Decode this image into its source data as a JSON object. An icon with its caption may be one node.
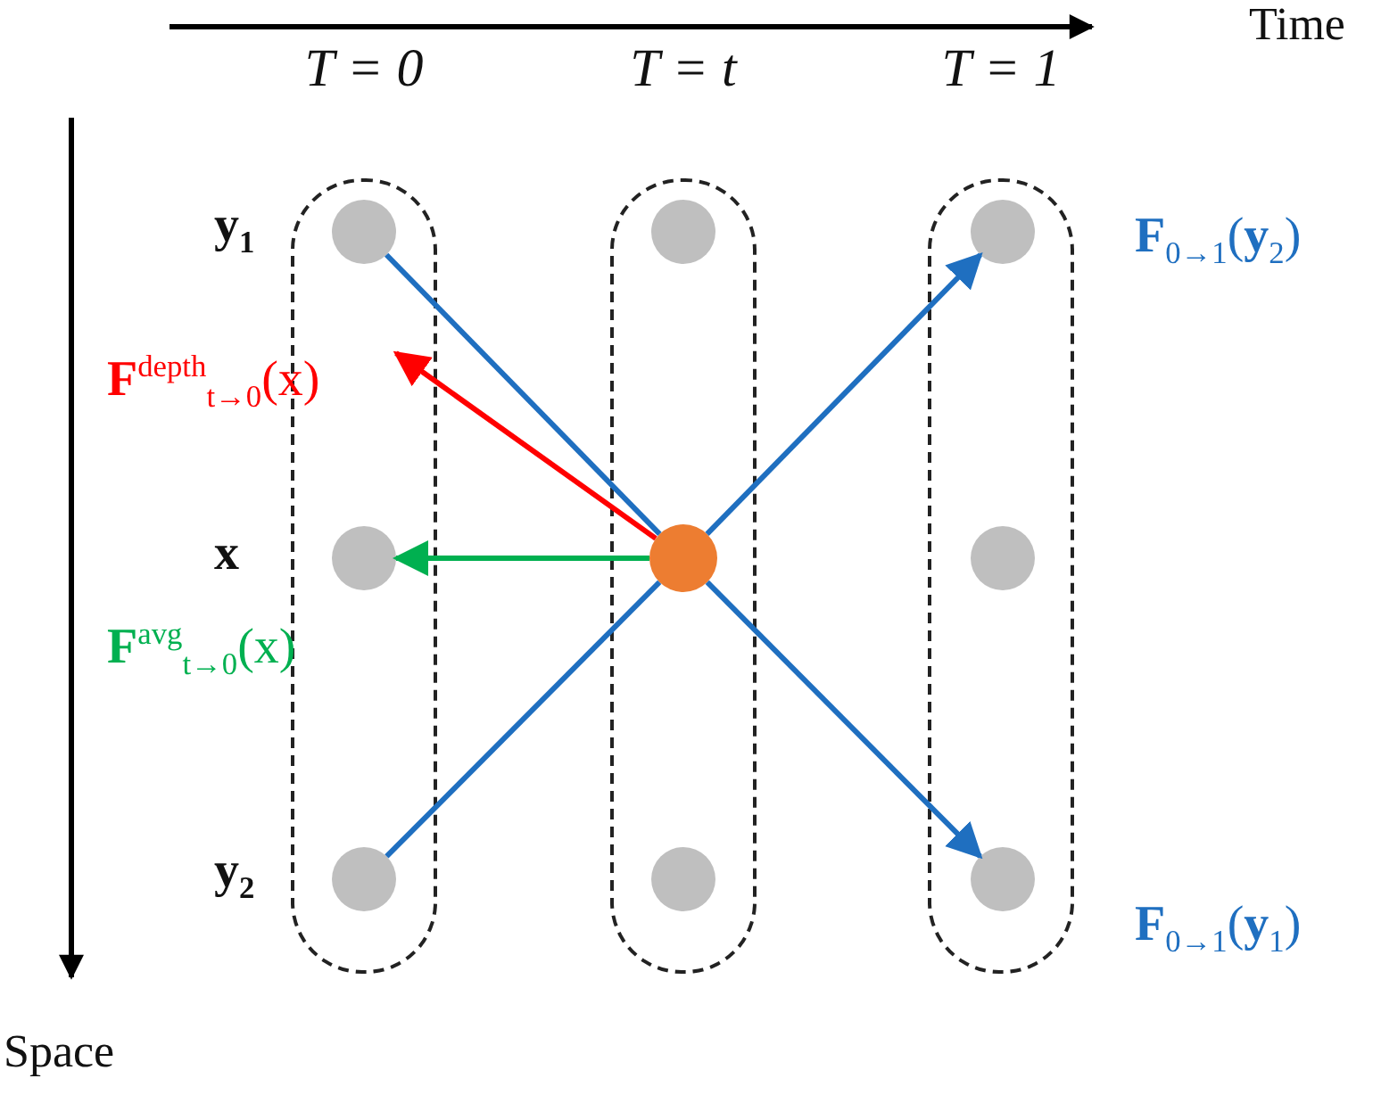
{
  "diagram": {
    "nodes": [
      {
        "text": [
          "T = 0"
        ]
      },
      {
        "text": [],
        "shape": "circle",
        "in": 0,
        "beside": [
          "y$_{1}$"
        ]
      },
      {
        "text": [],
        "shape": "circle",
        "in": 0,
        "beside": [
          "x"
        ]
      },
      {
        "text": [],
        "shape": "circle",
        "in": 0,
        "beside": [
          "y$_{2}$"
        ]
      },
      {
        "text": [
          "T = t"
        ]
      },
      {
        "text": [],
        "shape": "circle",
        "in": 4
      },
      {
        "text": [],
        "shape": "circle",
        "in": 4
      },
      {
        "text": [],
        "shape": "circle",
        "in": 4
      },
      {
        "text": [
          "T = 1"
        ]
      },
      {
        "text": [],
        "shape": "circle",
        "in": 8,
        "beside": [
          "**F**$_{0→1}$(**y**$_{2}$)"
        ]
      },
      {
        "text": [],
        "shape": "circle",
        "in": 8
      },
      {
        "text": [],
        "shape": "circle",
        "in": 8,
        "beside": [
          "**F**$_{0→1}$(**y**$_{1}$)"
        ]
      }
    ],
    "edges": [
      {
        "from": 1,
        "to": 6,
        "arrow": "none"
      },
      {
        "from": 6,
        "to": 11,
        "arrow": "to"
      },
      {
        "from": 3,
        "to": 6,
        "arrow": "none"
      },
      {
        "from": 6,
        "to": 9,
        "arrow": "to"
      },
      {
        "from": 6,
        "to": 0,
        "arrow": "to",
        "color": "#ff0000"
      },
      {
        "from": 6,
        "to": 2,
        "arrow": "to",
        "color": "#00b050"
      }
    ],
    "labels": [
      "Time",
      "Space",
      "**F**$^{depth}$$_{t→0}$(x)",
      "**F**$^{avg}$$_{t→0}$(x)"
    ]
  }
}
